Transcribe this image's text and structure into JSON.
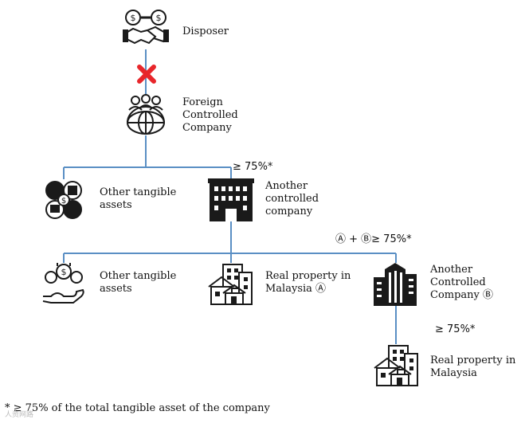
{
  "nodes": {
    "disposer": {
      "label": "Disposer",
      "icon": "handshake-icon"
    },
    "foreign": {
      "label": "Foreign\nControlled\nCompany",
      "icon": "globe-people-icon"
    },
    "other_assets_1": {
      "label": "Other tangible\nassets",
      "icon": "assets-puzzle-icon"
    },
    "another_controlled": {
      "label": "Another\ncontrolled\ncompany",
      "icon": "office-building-icon"
    },
    "other_assets_2": {
      "label": "Other tangible\nassets",
      "icon": "hand-coins-icon"
    },
    "real_property_a": {
      "label": "Real property in\nMalaysia Ⓐ",
      "icon": "houses-icon"
    },
    "another_controlled_b": {
      "label": "Another\nControlled\nCompany Ⓑ",
      "icon": "skyscraper-icon"
    },
    "real_property_b": {
      "label": "Real property in\nMalaysia",
      "icon": "houses-icon"
    }
  },
  "percent_1": "≥ 75%*",
  "percent_2": "Ⓐ + Ⓑ≥ 75%*",
  "percent_3": "≥ 75%*",
  "footnote": "* ≥ 75% of the total tangible asset of the company",
  "watermark": "人资网路",
  "colors": {
    "line": "#5a8fc4",
    "cross": "#e8262b",
    "icon": "#1a1a1a"
  }
}
